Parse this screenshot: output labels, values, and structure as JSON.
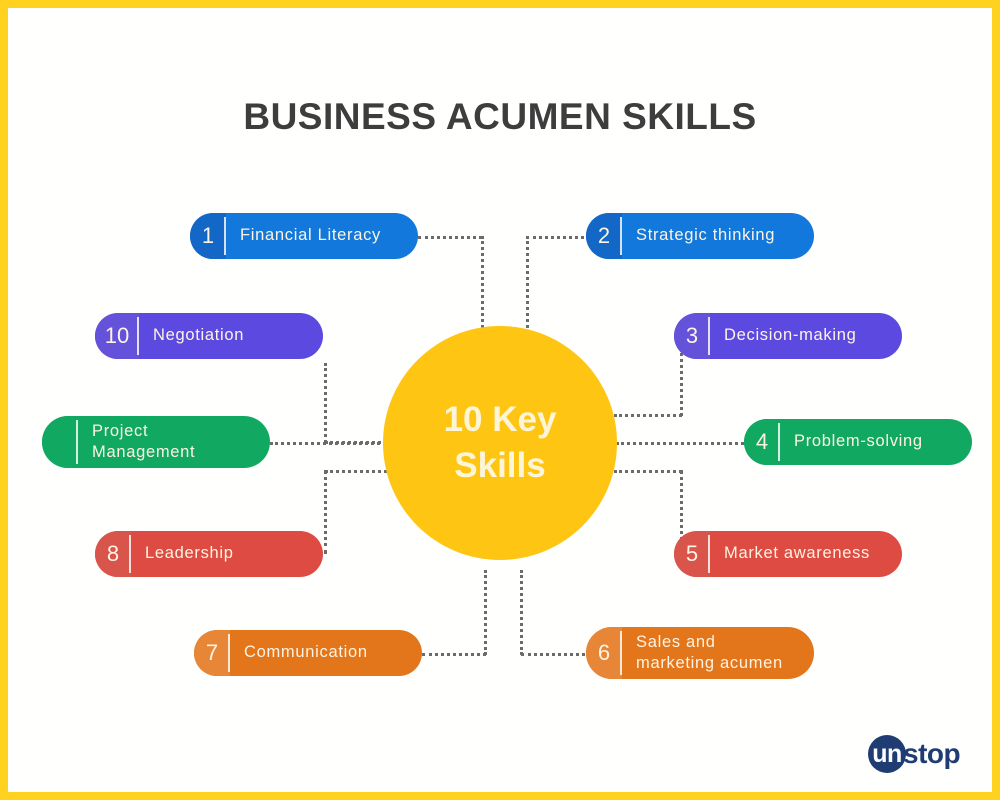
{
  "page": {
    "title": "BUSINESS ACUMEN SKILLS",
    "border_color": "#ffd21f",
    "background": "#fffffd"
  },
  "hub": {
    "line1": "10 Key",
    "line2": "Skills",
    "color": "#fec513",
    "text_color": "#fdf5d8"
  },
  "skills": [
    {
      "number": "1",
      "label": "Financial Literacy",
      "color": "#1278dc",
      "side": "left"
    },
    {
      "number": "2",
      "label": "Strategic thinking",
      "color": "#1278dc",
      "side": "right"
    },
    {
      "number": "3",
      "label": "Decision-making",
      "color": "#5c4ae0",
      "side": "right"
    },
    {
      "number": "4",
      "label": "Problem-solving",
      "color": "#11a862",
      "side": "right"
    },
    {
      "number": "5",
      "label": "Market awareness",
      "color": "#dd4b42",
      "side": "right"
    },
    {
      "number": "6",
      "label": "Sales and\nmarketing acumen",
      "color": "#e3761b",
      "side": "right"
    },
    {
      "number": "7",
      "label": "Communication",
      "color": "#e3761b",
      "side": "left"
    },
    {
      "number": "8",
      "label": "Leadership",
      "color": "#dd4b42",
      "side": "left"
    },
    {
      "number": "",
      "label": "Project\nManagement",
      "color": "#11a862",
      "side": "left"
    },
    {
      "number": "10",
      "label": "Negotiation",
      "color": "#5c4ae0",
      "side": "left"
    }
  ],
  "logo": {
    "mark": "un",
    "word": "stop",
    "color": "#1f3d72"
  }
}
